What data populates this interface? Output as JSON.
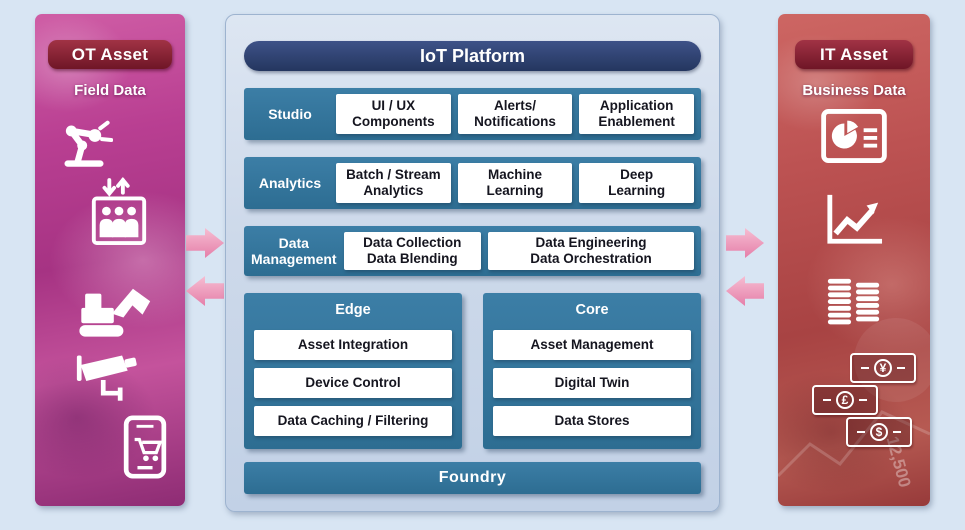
{
  "ot_panel": {
    "badge": "OT Asset",
    "label": "Field Data",
    "icons": [
      "robot-arm-icon",
      "elevator-people-icon",
      "excavator-icon",
      "cctv-camera-icon",
      "smartphone-cart-icon"
    ]
  },
  "platform": {
    "title": "IoT Platform",
    "rows": [
      {
        "label": "Studio",
        "items": [
          "UI / UX\nComponents",
          "Alerts/\nNotifications",
          "Application\nEnablement"
        ]
      },
      {
        "label": "Analytics",
        "items": [
          "Batch / Stream\nAnalytics",
          "Machine\nLearning",
          "Deep\nLearning"
        ]
      },
      {
        "label": "Data\nManagement",
        "items": [
          "Data Collection\nData Blending",
          "Data Engineering\nData Orchestration"
        ]
      }
    ],
    "groups": [
      {
        "label": "Edge",
        "items": [
          "Asset Integration",
          "Device Control",
          "Data Caching / Filtering"
        ]
      },
      {
        "label": "Core",
        "items": [
          "Asset Management",
          "Digital Twin",
          "Data Stores"
        ]
      }
    ],
    "footer": "Foundry"
  },
  "it_panel": {
    "badge": "IT Asset",
    "label": "Business Data",
    "icons": [
      "pie-chart-document-icon",
      "line-chart-icon",
      "ledger-stack-icon",
      "banknotes-icon"
    ],
    "currencies": [
      "¥",
      "£",
      "$"
    ],
    "watermark": "12,500"
  },
  "colors": {
    "background": "#d8e5f3",
    "platform_blue": "#33749b",
    "header_navy": "#2c3e6e",
    "badge_red": "#8a2232",
    "arrow_pink": "#ef9ec0",
    "ot_magenta": "#b03a8a",
    "it_red": "#b44c4a"
  }
}
